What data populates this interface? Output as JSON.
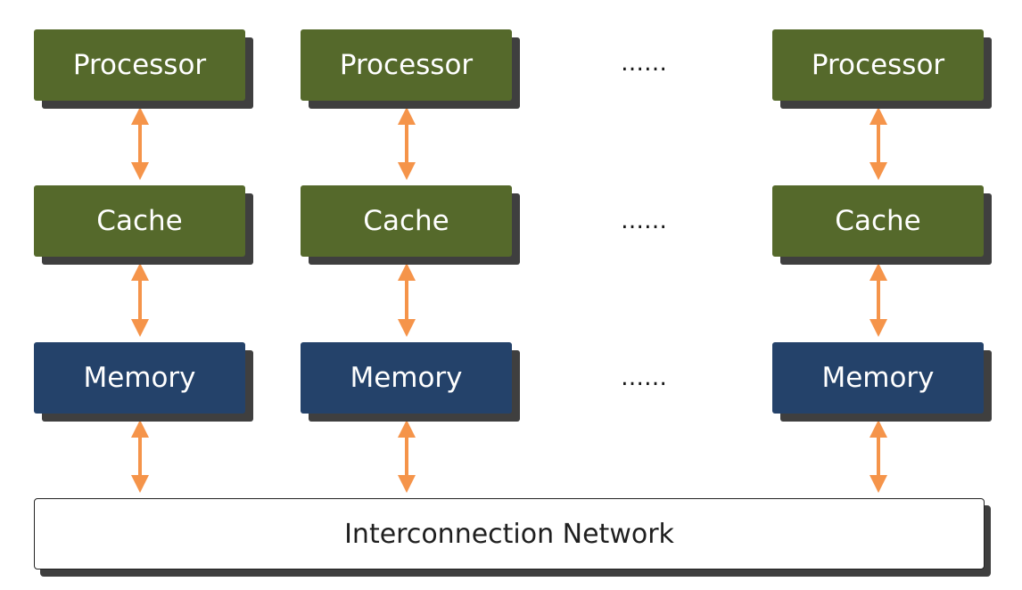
{
  "colors": {
    "processor_cache": "#55692b",
    "memory": "#24426a",
    "arrow": "#f5944a",
    "shadow": "#3f3f3f"
  },
  "columns": [
    {
      "processor": "Processor",
      "cache": "Cache",
      "memory": "Memory"
    },
    {
      "processor": "Processor",
      "cache": "Cache",
      "memory": "Memory"
    },
    {
      "processor": "Processor",
      "cache": "Cache",
      "memory": "Memory"
    }
  ],
  "ellipsis": [
    "……",
    "……",
    "……"
  ],
  "network_label": "Interconnection Network"
}
